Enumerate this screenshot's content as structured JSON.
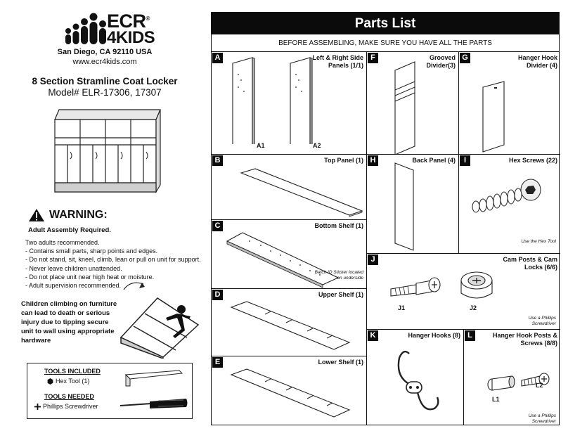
{
  "brand": {
    "logo_line1": "ECR",
    "logo_line2": "4KIDS",
    "trademark": "®",
    "address": "San Diego, CA 92110 USA",
    "website": "www.ecr4kids.com"
  },
  "product": {
    "title": "8 Section Stramline Coat Locker",
    "model": "Model# ELR-17306, 17307"
  },
  "warning": {
    "heading": "WARNING:",
    "subheading": "Adult Assembly Required.",
    "items": [
      "Two adults recommended.",
      "- Contains small parts, sharp points and edges.",
      "- Do not stand, sit, kneel, climb, lean or pull on unit for support.",
      "- Never leave children unattended.",
      "- Do not place unit near high heat or moisture.",
      "- Adult supervision recommended."
    ],
    "child_warning": "Children climbing on furniture can lead to death or serious injury due to tipping secure unit to wall using appropriate hardware"
  },
  "tools": {
    "included_label": "TOOLS INCLUDED",
    "included_item": "Hex Tool (1)",
    "needed_label": "TOOLS NEEDED",
    "needed_item": "Phillips Screwdriver"
  },
  "parts_list": {
    "title": "Parts List",
    "subtitle": "BEFORE ASSEMBLING, MAKE SURE YOU HAVE ALL THE PARTS",
    "parts": {
      "A": {
        "letter": "A",
        "name": "Left & Right Side Panels (1/1)",
        "labels": [
          "A1",
          "A2"
        ]
      },
      "B": {
        "letter": "B",
        "name": "Top Panel (1)"
      },
      "C": {
        "letter": "C",
        "name": "Bottom Shelf (1)",
        "note": "Batch ID Sticker located on underside"
      },
      "D": {
        "letter": "D",
        "name": "Upper Shelf (1)"
      },
      "E": {
        "letter": "E",
        "name": "Lower Shelf (1)"
      },
      "F": {
        "letter": "F",
        "name": "Grooved Divider(3)"
      },
      "G": {
        "letter": "G",
        "name": "Hanger Hook Divider (4)"
      },
      "H": {
        "letter": "H",
        "name": "Back Panel (4)"
      },
      "I": {
        "letter": "I",
        "name": "Hex Screws (22)",
        "note": "Use the Hex Tool"
      },
      "J": {
        "letter": "J",
        "name": "Cam Posts & Cam Locks (6/6)",
        "labels": [
          "J1",
          "J2"
        ],
        "note": "Use a Phillips Screwdriver"
      },
      "K": {
        "letter": "K",
        "name": "Hanger Hooks (8)"
      },
      "L": {
        "letter": "L",
        "name": "Hanger Hook Posts & Screws (8/8)",
        "labels": [
          "L1",
          "L2"
        ],
        "note": "Use a Phillips Screwdriver"
      }
    }
  }
}
